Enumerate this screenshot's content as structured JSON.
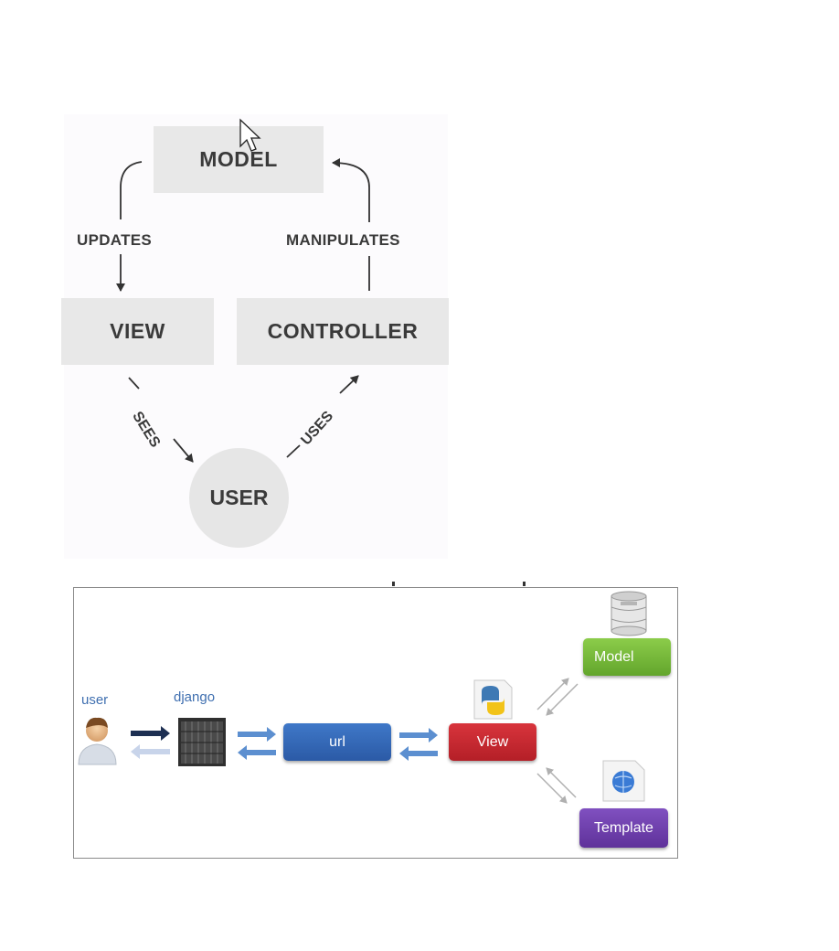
{
  "mvc": {
    "model": "MODEL",
    "view": "VIEW",
    "controller": "CONTROLLER",
    "user": "USER",
    "updates": "UPDATES",
    "manipulates": "MANIPULATES",
    "sees": "SEES",
    "uses": "USES"
  },
  "django_flow": {
    "user_label": "user",
    "django_label": "django",
    "url_label": "url",
    "view_label": "View",
    "model_label": "Model",
    "template_label": "Template"
  },
  "colors": {
    "mvc_box": "#e8e8e8",
    "url": "#2f61b0",
    "view": "#c3262e",
    "model": "#74b83a",
    "template": "#6a3aa8",
    "caption": "#3f6fb0",
    "flow_arrow": "#5c8fd0"
  }
}
